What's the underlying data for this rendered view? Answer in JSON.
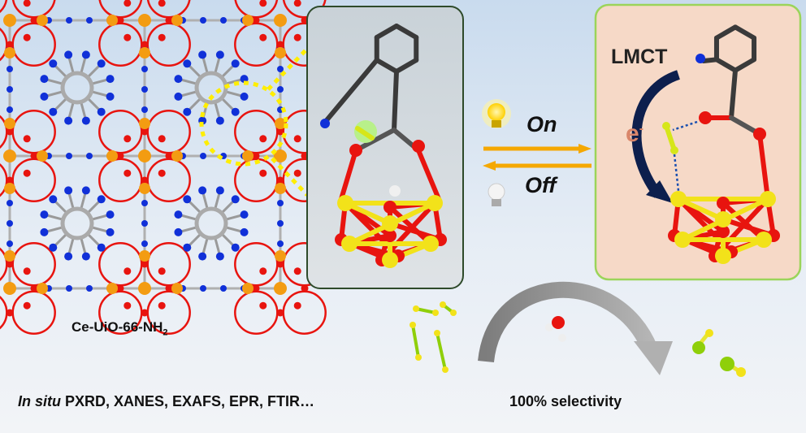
{
  "labels": {
    "material": "Ce-UiO-66-NH",
    "material_sub": "2",
    "characterization_italic": "In situ",
    "characterization": " PXRD, XANES, EXAFS, EPR, FTIR…",
    "selectivity": "100% selectivity",
    "on": "On",
    "off": "Off",
    "lmct": "LMCT",
    "electron": "e",
    "electron_sup": "-"
  },
  "colors": {
    "ce_node": "#f39c12",
    "oxygen": "#e8140f",
    "nitrogen": "#1030d8",
    "carbon": "#9a9a9a",
    "metal_cluster": "#f2e21a",
    "arrow": "#f5a800",
    "lmct_arrow": "#0d1f4d",
    "right_panel": "#f6d9c7",
    "right_border": "#9bd45a",
    "middle_border": "#2e4a2a",
    "highlight": "#ffee00"
  }
}
